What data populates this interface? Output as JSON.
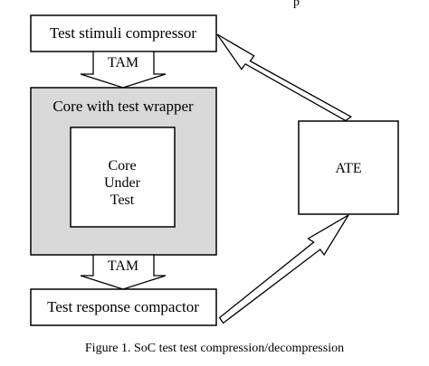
{
  "header_fragment": "p",
  "blocks": {
    "compressor": "Test stimuli compressor",
    "wrapper": "Core with test wrapper",
    "core_lines": [
      "Core",
      "Under",
      "Test"
    ],
    "compactor": "Test response compactor",
    "ate": "ATE"
  },
  "labels": {
    "tam_top": "TAM",
    "tam_bottom": "TAM"
  },
  "caption": "Figure 1. SoC test test compression/decompression",
  "colors": {
    "wrapper_fill": "#d9d9d9",
    "stroke": "#000000",
    "background": "#ffffff"
  }
}
